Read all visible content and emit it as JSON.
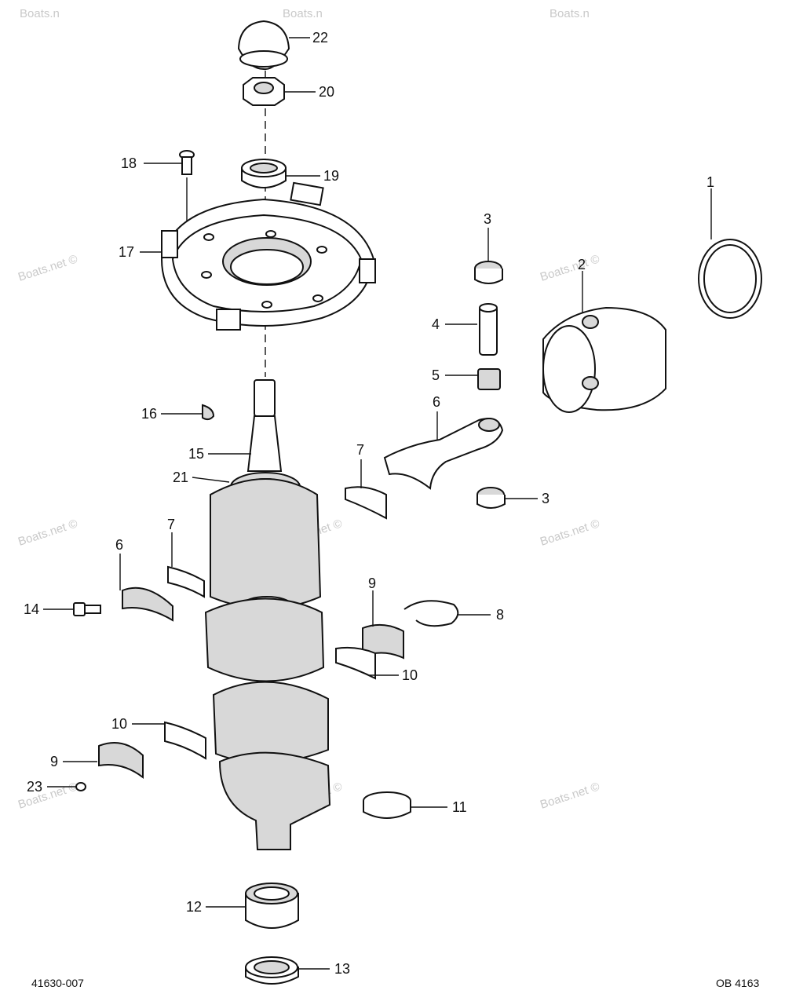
{
  "watermark": "Boats.net ©",
  "watermark_partial": "Boats.n",
  "footer": {
    "left": "41630-007",
    "right": "OB 4163"
  },
  "callouts": {
    "c1": "1",
    "c2": "2",
    "c3a": "3",
    "c3b": "3",
    "c4": "4",
    "c5": "5",
    "c6a": "6",
    "c6b": "6",
    "c7a": "7",
    "c7b": "7",
    "c8": "8",
    "c9a": "9",
    "c9b": "9",
    "c10a": "10",
    "c10b": "10",
    "c11": "11",
    "c12": "12",
    "c13": "13",
    "c14": "14",
    "c15": "15",
    "c16": "16",
    "c17": "17",
    "c18": "18",
    "c19": "19",
    "c20": "20",
    "c21": "21",
    "c22": "22",
    "c23": "23"
  }
}
